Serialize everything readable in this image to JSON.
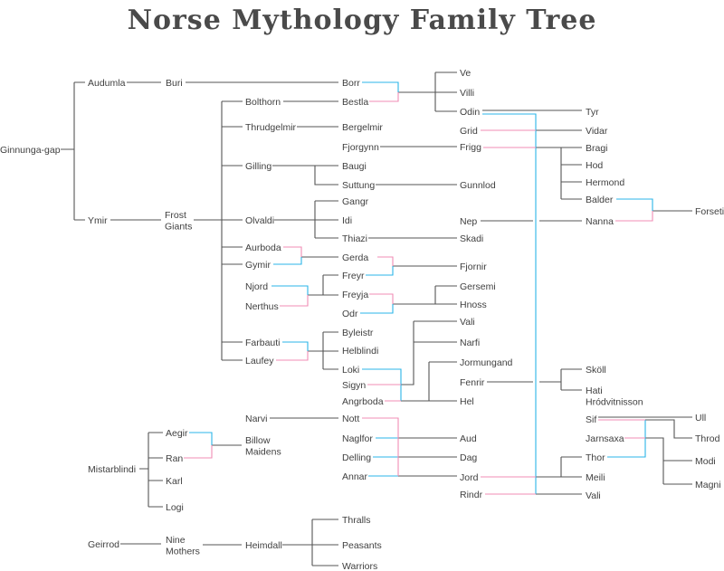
{
  "title": "Norse Mythology Family Tree",
  "colors": {
    "line": "#555555",
    "male_link": "#2bb5e8",
    "female_link": "#f08cb5",
    "text": "#3f3f3f"
  },
  "nodes": {
    "ginnunga_gap": "Ginnunga-gap",
    "audumla": "Audumla",
    "buri": "Buri",
    "borr": "Borr",
    "ymir": "Ymir",
    "frost_giants": [
      "Frost",
      "Giants"
    ],
    "bolthorn": "Bolthorn",
    "bestla": "Bestla",
    "thrudgelmir": "Thrudgelmir",
    "bergelmir": "Bergelmir",
    "fjorgynn": "Fjorgynn",
    "frigg": "Frigg",
    "gilling": "Gilling",
    "baugi": "Baugi",
    "suttung": "Suttung",
    "gunnlod": "Gunnlod",
    "gangr": "Gangr",
    "olvaldi": "Olvaldi",
    "idi": "Idi",
    "thiazi": "Thiazi",
    "skadi": "Skadi",
    "aurboda": "Aurboda",
    "gymir": "Gymir",
    "gerda": "Gerda",
    "freyr": "Freyr",
    "fjornir": "Fjornir",
    "njord": "Njord",
    "nerthus": "Nerthus",
    "freyja": "Freyja",
    "odr": "Odr",
    "gersemi": "Gersemi",
    "hnoss": "Hnoss",
    "farbauti": "Farbauti",
    "laufey": "Laufey",
    "byleistr": "Byleistr",
    "helblindi": "Helblindi",
    "loki": "Loki",
    "sigyn": "Sigyn",
    "angrboda": "Angrboda",
    "vali_loki": "Vali",
    "narfi": "Narfi",
    "jormungand": "Jormungand",
    "fenrir": "Fenrir",
    "hel": "Hel",
    "ve": "Ve",
    "villi": "Villi",
    "odin": "Odin",
    "tyr": "Tyr",
    "grid": "Grid",
    "vidar": "Vidar",
    "bragi": "Bragi",
    "hod": "Hod",
    "hermond": "Hermond",
    "balder": "Balder",
    "nanna": "Nanna",
    "nep": "Nep",
    "forseti": "Forseti",
    "skoll": "Sköll",
    "hati": [
      "Hati",
      "Hródvitnisson"
    ],
    "sif": "Sif",
    "ull": "Ull",
    "jarnsaxa": "Jarnsaxa",
    "throd": "Throd",
    "thor": "Thor",
    "modi": "Modi",
    "meili": "Meili",
    "magni": "Magni",
    "jord": "Jord",
    "rindr": "Rindr",
    "vali_odin": "Vali",
    "narvi": "Narvi",
    "nott": "Nott",
    "naglfor": "Naglfor",
    "delling": "Delling",
    "annar": "Annar",
    "aud": "Aud",
    "dag": "Dag",
    "aegir": "Aegir",
    "ran": "Ran",
    "billow_maidens": [
      "Billow",
      "Maidens"
    ],
    "mistarblindi": "Mistarblindi",
    "karl": "Karl",
    "logi": "Logi",
    "geirrod": "Geirrod",
    "nine_mothers": [
      "Nine",
      "Mothers"
    ],
    "heimdall": "Heimdall",
    "thralls": "Thralls",
    "peasants": "Peasants",
    "warriors": "Warriors"
  }
}
